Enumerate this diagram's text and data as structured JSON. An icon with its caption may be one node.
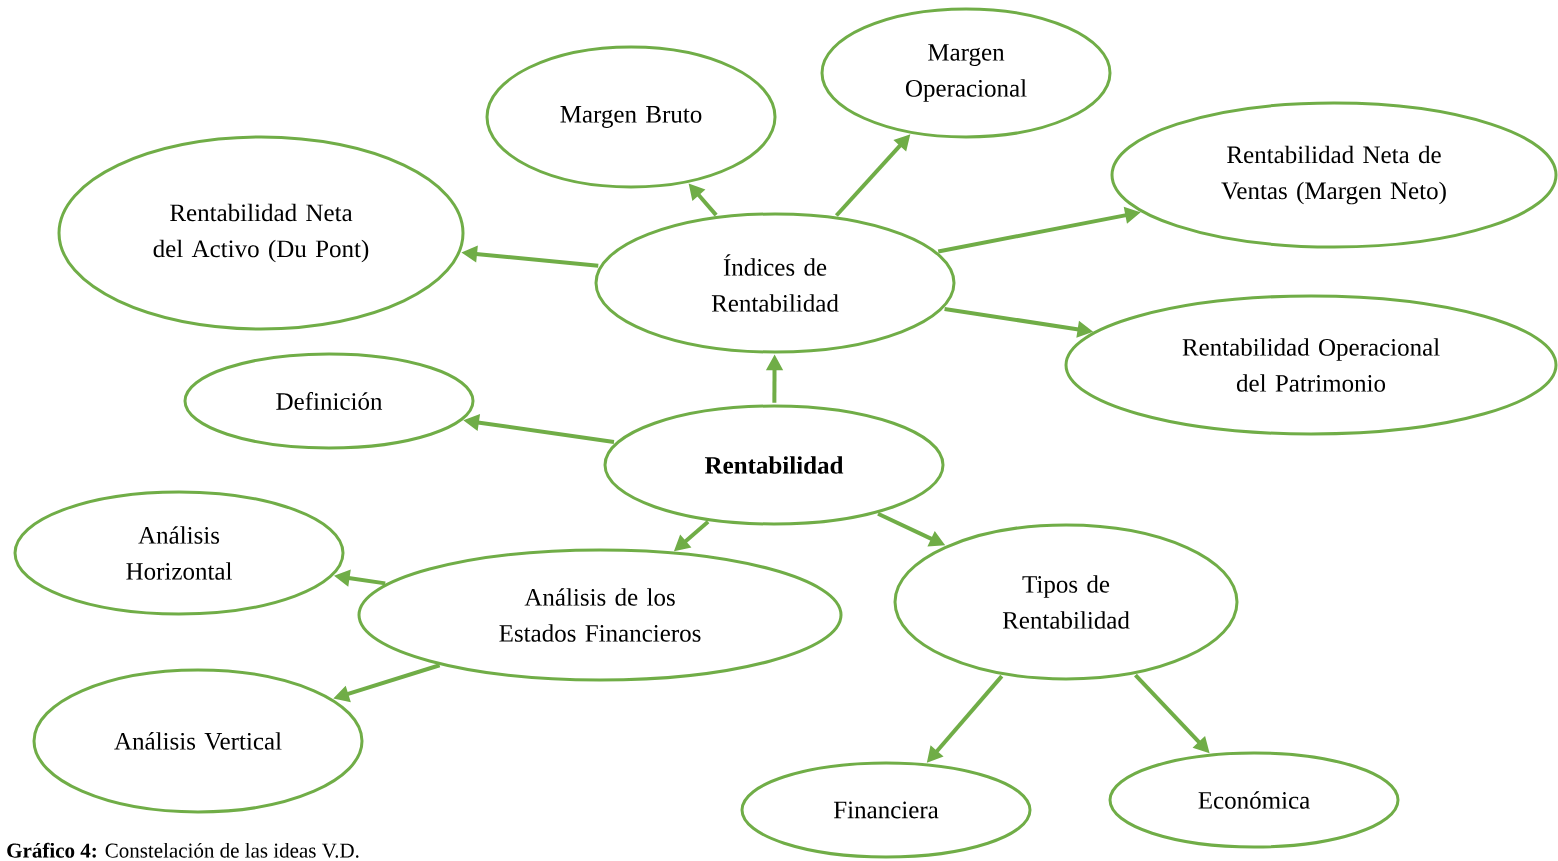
{
  "diagram": {
    "caption": "**Gráfico 4:** Constelación de las ideas V.D.",
    "nodes": [
      {
        "text": [
          "Margen Operacional"
        ]
      },
      {
        "text": [
          "Margen Bruto"
        ]
      },
      {
        "text": [
          "Rentabilidad Neta de Ventas (Margen Neto)"
        ]
      },
      {
        "text": [
          "Rentabilidad Neta del Activo (Du Pont)"
        ]
      },
      {
        "text": [
          "Índices de Rentabilidad"
        ]
      },
      {
        "text": [
          "Rentabilidad Operacional del Patrimonio"
        ]
      },
      {
        "text": [
          "Definición"
        ]
      },
      {
        "text": [
          "Rentabilidad"
        ]
      },
      {
        "text": [
          "Análisis Horizontal"
        ]
      },
      {
        "text": [
          "Análisis de los Estados Financieros"
        ]
      },
      {
        "text": [
          "Tipos de Rentabilidad"
        ]
      },
      {
        "text": [
          "Análisis Vertical"
        ]
      },
      {
        "text": [
          "Financiera"
        ]
      },
      {
        "text": [
          "Económica"
        ]
      }
    ],
    "edges": [
      {
        "from": 7,
        "to": 4,
        "arrow": "to"
      },
      {
        "from": 4,
        "to": 1,
        "arrow": "to"
      },
      {
        "from": 4,
        "to": 0,
        "arrow": "to"
      },
      {
        "from": 4,
        "to": 3,
        "arrow": "to"
      },
      {
        "from": 4,
        "to": 2,
        "arrow": "to"
      },
      {
        "from": 4,
        "to": 5,
        "arrow": "to"
      },
      {
        "from": 7,
        "to": 6,
        "arrow": "to"
      },
      {
        "from": 7,
        "to": 9,
        "arrow": "to"
      },
      {
        "from": 7,
        "to": 10,
        "arrow": "to"
      },
      {
        "from": 9,
        "to": 8,
        "arrow": "to"
      },
      {
        "from": 9,
        "to": 11,
        "arrow": "to"
      },
      {
        "from": 10,
        "to": 12,
        "arrow": "to"
      },
      {
        "from": 10,
        "to": 13,
        "arrow": "to"
      }
    ]
  }
}
